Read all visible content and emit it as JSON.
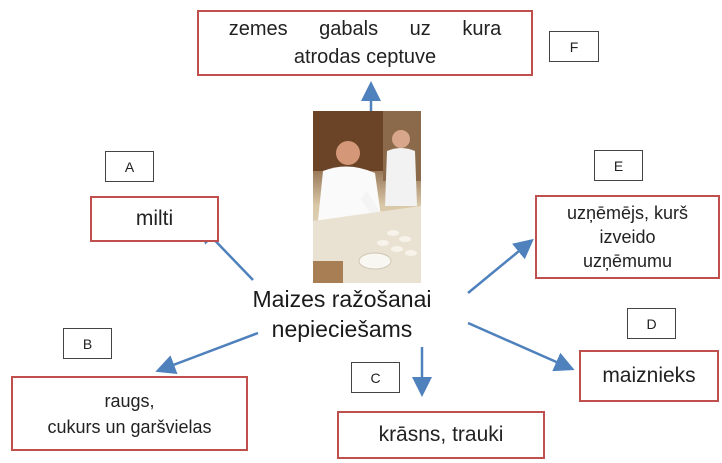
{
  "center": {
    "line1": "Maizes ražošanai",
    "line2": "nepieciešams"
  },
  "boxes": {
    "F": {
      "letter": "F",
      "line1": "zemes gabals uz kura",
      "line2": "atrodas ceptuve"
    },
    "A": {
      "letter": "A",
      "text": "milti"
    },
    "B": {
      "letter": "B",
      "line1": "raugs,",
      "line2": "cukurs un garšvielas"
    },
    "C": {
      "letter": "C",
      "text": "krāsns, trauki"
    },
    "D": {
      "letter": "D",
      "text": "maiznieks"
    },
    "E": {
      "letter": "E",
      "line1": "uzņēmējs, kurš",
      "line2": "izveido",
      "line3": "uzņēmumu"
    }
  },
  "colors": {
    "box_border": "#c0504d",
    "arrow": "#4f81bd"
  },
  "photo": {
    "subject": "two bakers shaping dough at a floured table"
  }
}
